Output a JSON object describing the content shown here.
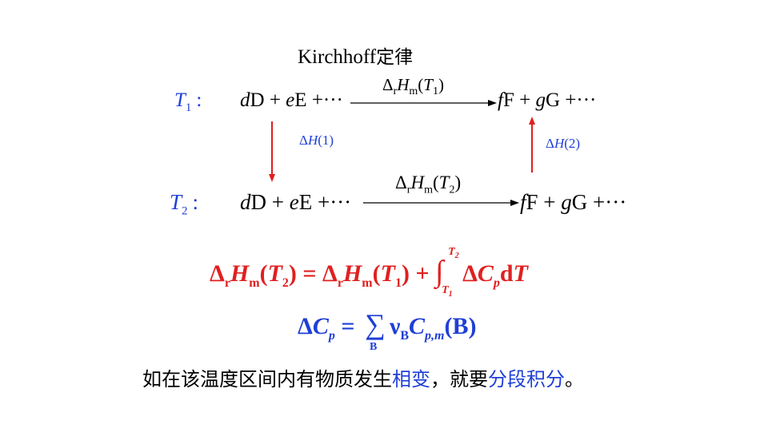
{
  "title": {
    "latin": "Kirchhoff",
    "cjk": "定律"
  },
  "row1": {
    "t_sym": "T",
    "t_sub": "1",
    "t_colon": ":",
    "reactants": {
      "c1": "d",
      "s1": "D",
      "op1": " + ",
      "c2": "e",
      "s2": "E",
      "tail": " +···"
    },
    "arrow_label": {
      "delta": "Δ",
      "r": "r",
      "H": "H",
      "m": "m",
      "open": "(",
      "T": "T",
      "sub": "1",
      "close": ")"
    },
    "products": {
      "c1": "f",
      "s1": "F",
      "op1": " + ",
      "c2": "g",
      "s2": "G",
      "tail": " +···"
    }
  },
  "row2": {
    "t_sym": "T",
    "t_sub": "2",
    "t_colon": ":",
    "reactants": {
      "c1": "d",
      "s1": "D",
      "op1": " + ",
      "c2": "e",
      "s2": "E",
      "tail": " +···"
    },
    "arrow_label": {
      "delta": "Δ",
      "r": "r",
      "H": "H",
      "m": "m",
      "open": "(",
      "T": "T",
      "sub": "2",
      "close": ")"
    },
    "products": {
      "c1": "f",
      "s1": "F",
      "op1": " + ",
      "c2": "g",
      "s2": "G",
      "tail": " +···"
    }
  },
  "dh_left": {
    "delta": "Δ",
    "H": "H",
    "arg": "(1)"
  },
  "dh_right": {
    "delta": "Δ",
    "H": "H",
    "arg": "(2)"
  },
  "formula1": {
    "lhs_delta": "Δ",
    "lhs_r": "r",
    "lhs_H": "H",
    "lhs_m": "m",
    "lhs_open": "(",
    "lhs_T": "T",
    "lhs_Tsub": "2",
    "lhs_close": ")",
    "eq": " = ",
    "rhs_delta": "Δ",
    "rhs_r": "r",
    "rhs_H": "H",
    "rhs_m": "m",
    "rhs_open": "(",
    "rhs_T": "T",
    "rhs_Tsub": "1",
    "rhs_close": ")",
    "plus": " + ",
    "int": "∫",
    "upper_T": "T",
    "upper_sub": "2",
    "lower_T": "T",
    "lower_sub": "1",
    "integrand_delta": "Δ",
    "integrand_C": "C",
    "integrand_p": "p",
    "integrand_d": "d",
    "integrand_T": "T"
  },
  "formula2": {
    "delta": "Δ",
    "C": "C",
    "p": "p",
    "eq": " = ",
    "sum": "∑",
    "sum_sub": "B",
    "nu": "ν",
    "nu_sub": "B",
    "C2": "C",
    "C2_sub": "p,m",
    "arg": "(B)"
  },
  "note": {
    "part1": "如在该温度区间内有物质发生",
    "part2": "相变",
    "part3": "，就要",
    "part4": "分段积分",
    "part5": "。"
  },
  "colors": {
    "blue": "#1f3fd6",
    "red": "#e02020",
    "text": "#000000"
  }
}
